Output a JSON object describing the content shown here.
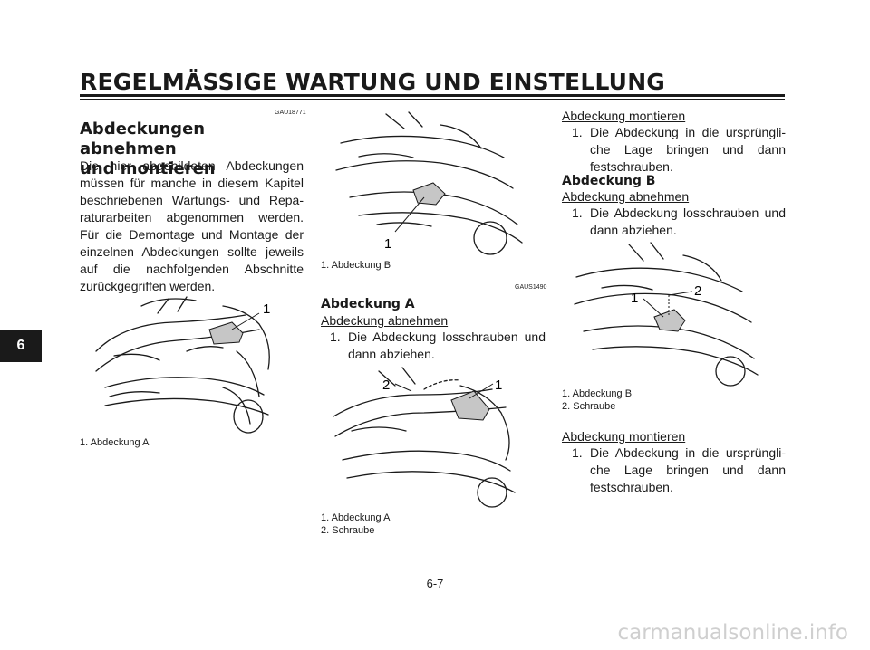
{
  "header": {
    "title": "REGELMÄSSIGE WARTUNG UND EINSTELLUNG"
  },
  "chapter_tab": "6",
  "left": {
    "code": "GAU18771",
    "heading_line1": "Abdeckungen abnehmen",
    "heading_line2": "und montieren",
    "paragraph": "Die hier abgebildeten Abdeckungen müssen für manche in diesem Kapitel beschriebenen Wartungs- und Repa-raturarbeiten abgenommen werden. Für die Demontage und Montage der einzelnen Abdeckungen sollte jeweils auf die nachfolgenden Abschnitte zurückgegriffen werden.",
    "figure_callout": "1",
    "caption": "1. Abdeckung A"
  },
  "middle": {
    "figure1_callout": "1",
    "caption1": "1. Abdeckung B",
    "code": "GAUS1490",
    "subheading": "Abdeckung A",
    "underline": "Abdeckung abnehmen",
    "step_num": "1.",
    "step_text": "Die Abdeckung losschrauben und dann abziehen.",
    "figure2_callout1": "1",
    "figure2_callout2": "2",
    "caption2_line1": "1. Abdeckung A",
    "caption2_line2": "2. Schraube"
  },
  "right": {
    "underline1": "Abdeckung montieren",
    "step1_num": "1.",
    "step1_text": "Die Abdeckung in die ursprüngli-che Lage bringen und dann festschrauben.",
    "subheading": "Abdeckung B",
    "underline2": "Abdeckung abnehmen",
    "step2_num": "1.",
    "step2_text": "Die Abdeckung losschrauben und dann abziehen.",
    "figure_callout1": "1",
    "figure_callout2": "2",
    "caption_line1": "1. Abdeckung B",
    "caption_line2": "2. Schraube",
    "underline3": "Abdeckung montieren",
    "step3_num": "1.",
    "step3_text": "Die Abdeckung in die ursprüngli-che Lage bringen und dann festschrauben."
  },
  "page_number": "6-7",
  "watermark": "carmanualsonline.info"
}
